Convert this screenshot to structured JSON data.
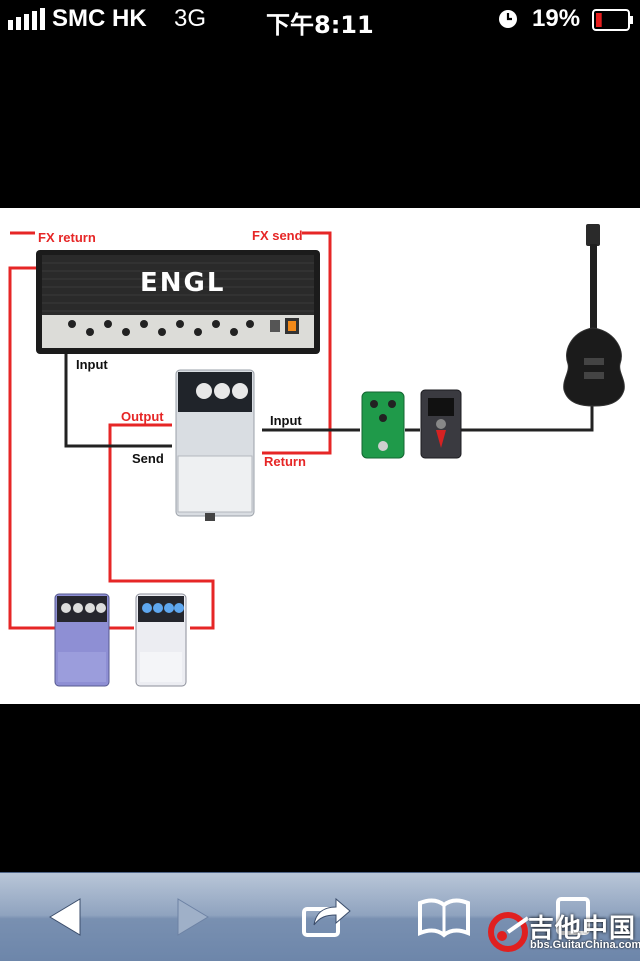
{
  "status_bar": {
    "carrier": "SMC HK",
    "network": "3G",
    "time": "下午8:11",
    "battery": "19%",
    "battery_level": 0.19,
    "signal_bars": 5
  },
  "photo": {
    "amp_logo": "ENGL",
    "labels": {
      "fx_return": "FX return",
      "fx_send": "FX send",
      "amp_input": "Input",
      "output": "Output",
      "send": "Send",
      "input": "Input",
      "return": "Return"
    }
  },
  "toolbar": {
    "items": [
      "back-arrow-icon",
      "forward-arrow-icon",
      "share-icon",
      "bookmarks-icon",
      "tabs-icon"
    ]
  },
  "watermark": {
    "title": "吉他中国",
    "url": "bbs.GuitarChina.com"
  },
  "colors": {
    "cable_red": "#e62626",
    "cable_black": "#222222",
    "toolbar_blue": "#7990b1"
  }
}
